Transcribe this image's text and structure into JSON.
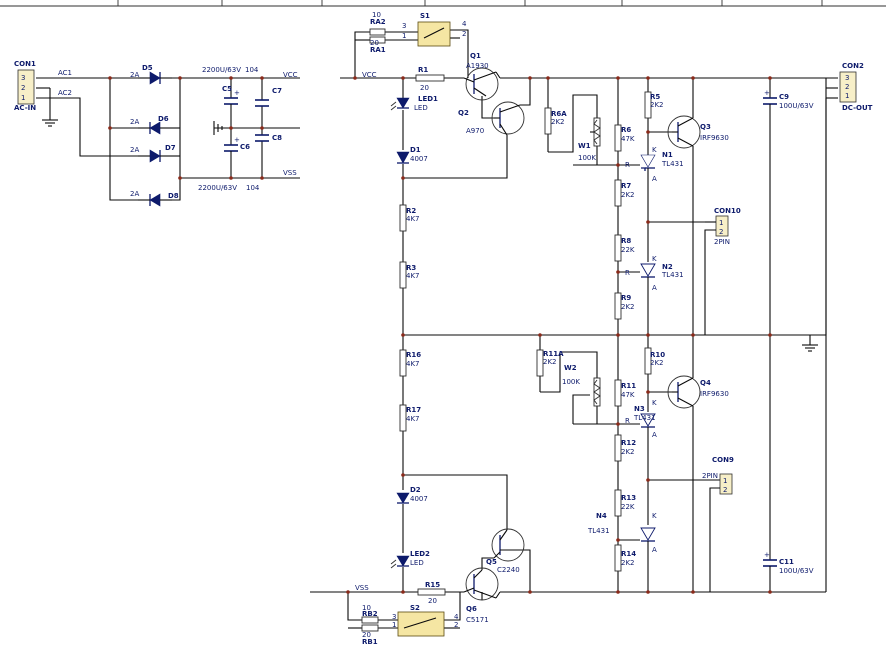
{
  "labels": {
    "con1": "CON1",
    "con1_type": "AC-IN",
    "pin3": "3",
    "pin2": "2",
    "pin1": "1",
    "ac1": "AC1",
    "ac2": "AC2",
    "d5": "D5",
    "d6": "D6",
    "d7": "D7",
    "d8": "D8",
    "amp2a": "2A",
    "c5": "C5",
    "c6": "C6",
    "c7": "C7",
    "c8": "C8",
    "cap2200": "2200U/63V",
    "cap104": "104",
    "vcc": "VCC",
    "vss": "VSS",
    "ra2": "RA2",
    "ra1": "RA1",
    "ra_val10": "10",
    "ra_val20": "20",
    "s1": "S1",
    "s2": "S2",
    "sw4": "4",
    "sw2": "2",
    "sw3": "3",
    "sw1": "1",
    "r1": "R1",
    "r1_val": "20",
    "q1": "Q1",
    "q1_type": "A1930",
    "q2": "Q2",
    "q2_type": "A970",
    "q3": "Q3",
    "q3_type": "IRF9630",
    "q4": "Q4",
    "q4_type": "IRF9630",
    "q5": "Q5",
    "q5_type": "C2240",
    "q6": "Q6",
    "q6_type": "C5171",
    "led1": "LED1",
    "led2": "LED2",
    "led": "LED",
    "d1": "D1",
    "d2": "D2",
    "diode4007": "4007",
    "r2": "R2",
    "r3": "R3",
    "r16": "R16",
    "r17": "R17",
    "val4k7": "4K7",
    "r6a": "R6A",
    "r11a": "R11A",
    "val2k2": "2K2",
    "w1": "W1",
    "w2": "W2",
    "val100k": "100K",
    "r5": "R5",
    "r6": "R6",
    "r7": "R7",
    "r8": "R8",
    "r9": "R9",
    "r10": "R10",
    "r11": "R11",
    "r12": "R12",
    "r13": "R13",
    "r14": "R14",
    "val47k": "47K",
    "val22k": "22K",
    "n1": "N1",
    "n2": "N2",
    "n3": "N3",
    "n4": "N4",
    "tl431": "TL431",
    "pin_r": "R",
    "pin_k": "K",
    "pin_a": "A",
    "con10": "CON10",
    "con9": "CON9",
    "twopin": "2PIN",
    "c9": "C9",
    "c11": "C11",
    "cap100": "100U/63V",
    "con2": "CON2",
    "con2_type": "DC-OUT",
    "rb2": "RB2",
    "rb1": "RB1",
    "r15": "R15",
    "r15_val": "20"
  },
  "colors": {
    "wire": "#0a0a0a",
    "component": "#0d1a6b",
    "connector_fill": "#f7efc8",
    "switch_fill": "#f5e6a3",
    "junction": "#8a2a1a"
  }
}
